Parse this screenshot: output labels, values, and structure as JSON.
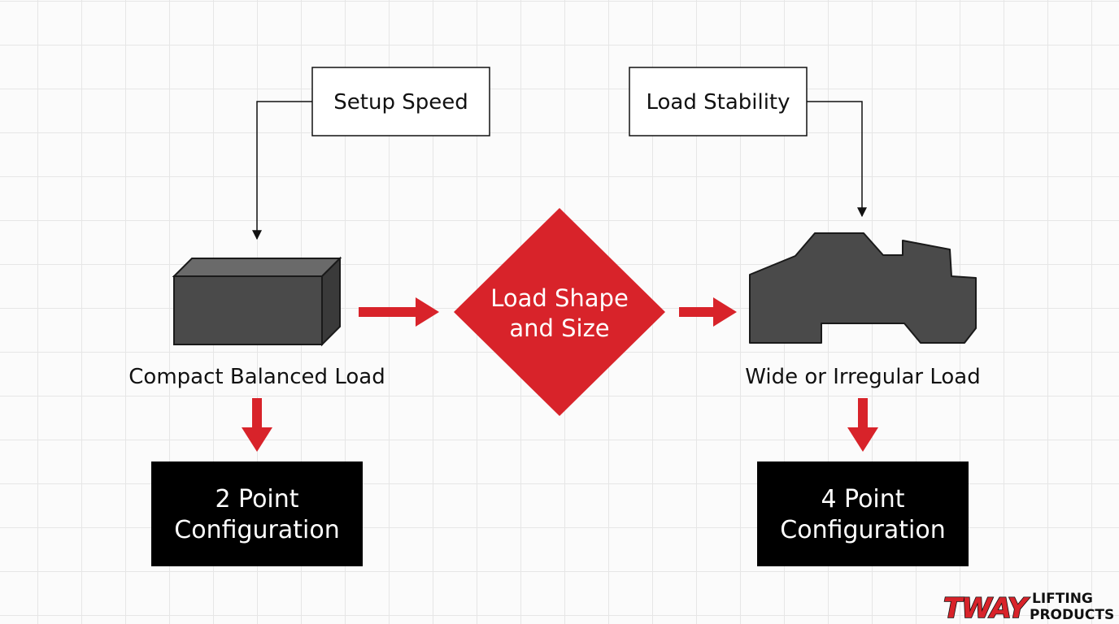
{
  "factors": {
    "left": "Setup Speed",
    "right": "Load Stability"
  },
  "decision": {
    "line1": "Load Shape",
    "line2": "and Size"
  },
  "loads": {
    "left": "Compact Balanced Load",
    "right": "Wide or Irregular Load"
  },
  "configurations": {
    "left": {
      "line1": "2 Point",
      "line2": "Configuration"
    },
    "right": {
      "line1": "4 Point",
      "line2": "Configuration"
    }
  },
  "logo": {
    "brand": "TWAY",
    "line1": "LIFTING",
    "line2": "PRODUCTS"
  },
  "colors": {
    "accent_red": "#d8232a",
    "box_black": "#000000",
    "shape_gray": "#4a4a4a",
    "grid": "#e6e6e6"
  }
}
